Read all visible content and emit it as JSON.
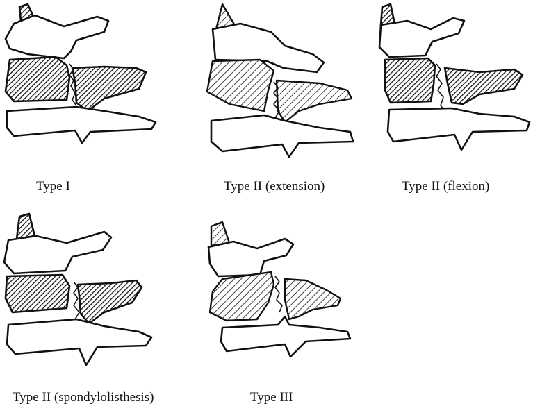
{
  "figure": {
    "panels": [
      {
        "id": "type-1",
        "caption": "Type I",
        "shading": "dense"
      },
      {
        "id": "type-2-extension",
        "caption": "Type II (extension)",
        "shading": "light"
      },
      {
        "id": "type-2-flexion",
        "caption": "Type II (flexion)",
        "shading": "dense"
      },
      {
        "id": "type-2-spondylolisthesis",
        "caption": "Type II (spondylolisthesis)",
        "shading": "dense"
      },
      {
        "id": "type-3",
        "caption": "Type III",
        "shading": "light"
      }
    ],
    "colors": {
      "ink": "#111111",
      "paper": "#ffffff"
    }
  }
}
